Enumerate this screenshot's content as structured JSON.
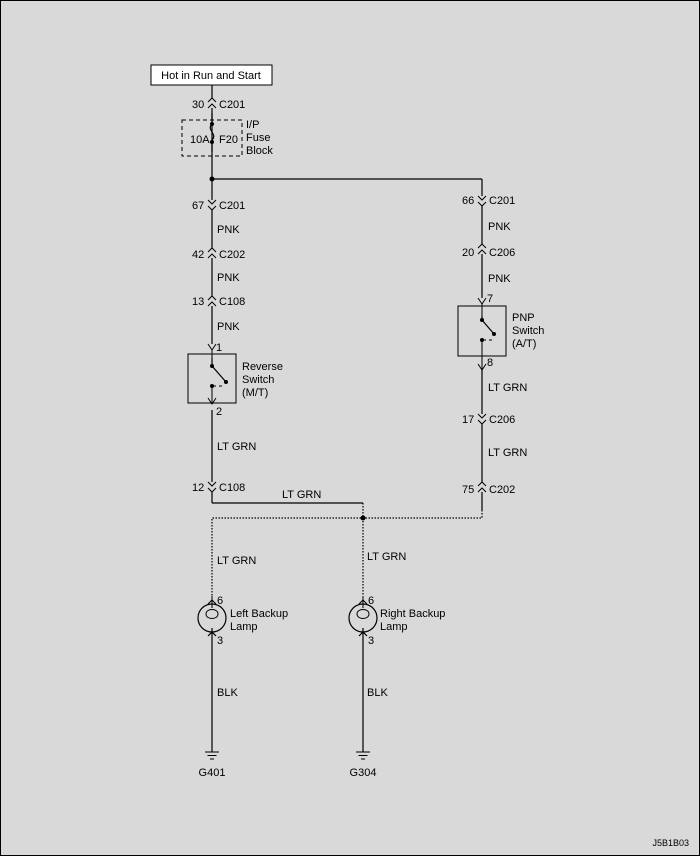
{
  "power_source": "Hot in Run and Start",
  "fuse": {
    "amp": "10A",
    "id": "F20",
    "block": [
      "I/P",
      "Fuse",
      "Block"
    ]
  },
  "connectors": {
    "c201_top": {
      "pin": "30",
      "name": "C201"
    },
    "c201_left": {
      "pin": "67",
      "name": "C201"
    },
    "c202_left": {
      "pin": "42",
      "name": "C202"
    },
    "c108_left": {
      "pin": "13",
      "name": "C108"
    },
    "c108_lower": {
      "pin": "12",
      "name": "C108"
    },
    "c201_right": {
      "pin": "66",
      "name": "C201"
    },
    "c206_right": {
      "pin": "20",
      "name": "C206"
    },
    "c206_lower": {
      "pin": "17",
      "name": "C206"
    },
    "c202_lower": {
      "pin": "75",
      "name": "C202"
    }
  },
  "wires": {
    "pnk_l1": "PNK",
    "pnk_l2": "PNK",
    "pnk_l3": "PNK",
    "pnk_r1": "PNK",
    "pnk_r2": "PNK",
    "ltgrn_l1": "LT GRN",
    "ltgrn_mid": "LT GRN",
    "ltgrn_r1": "LT GRN",
    "ltgrn_r2": "LT GRN",
    "ltgrn_lamp_l": "LT GRN",
    "ltgrn_lamp_r": "LT GRN",
    "blk_l": "BLK",
    "blk_r": "BLK"
  },
  "reverse_switch": {
    "label": [
      "Reverse",
      "Switch",
      "(M/T)"
    ],
    "pin_in": "1",
    "pin_out": "2"
  },
  "pnp_switch": {
    "label": [
      "PNP",
      "Switch",
      "(A/T)"
    ],
    "pin_in": "7",
    "pin_out": "8"
  },
  "left_lamp": {
    "label": [
      "Left Backup",
      "Lamp"
    ],
    "pin_in": "6",
    "pin_out": "3"
  },
  "right_lamp": {
    "label": [
      "Right Backup",
      "Lamp"
    ],
    "pin_in": "6",
    "pin_out": "3"
  },
  "grounds": {
    "left": "G401",
    "right": "G304"
  },
  "figure_id": "J5B1B03"
}
